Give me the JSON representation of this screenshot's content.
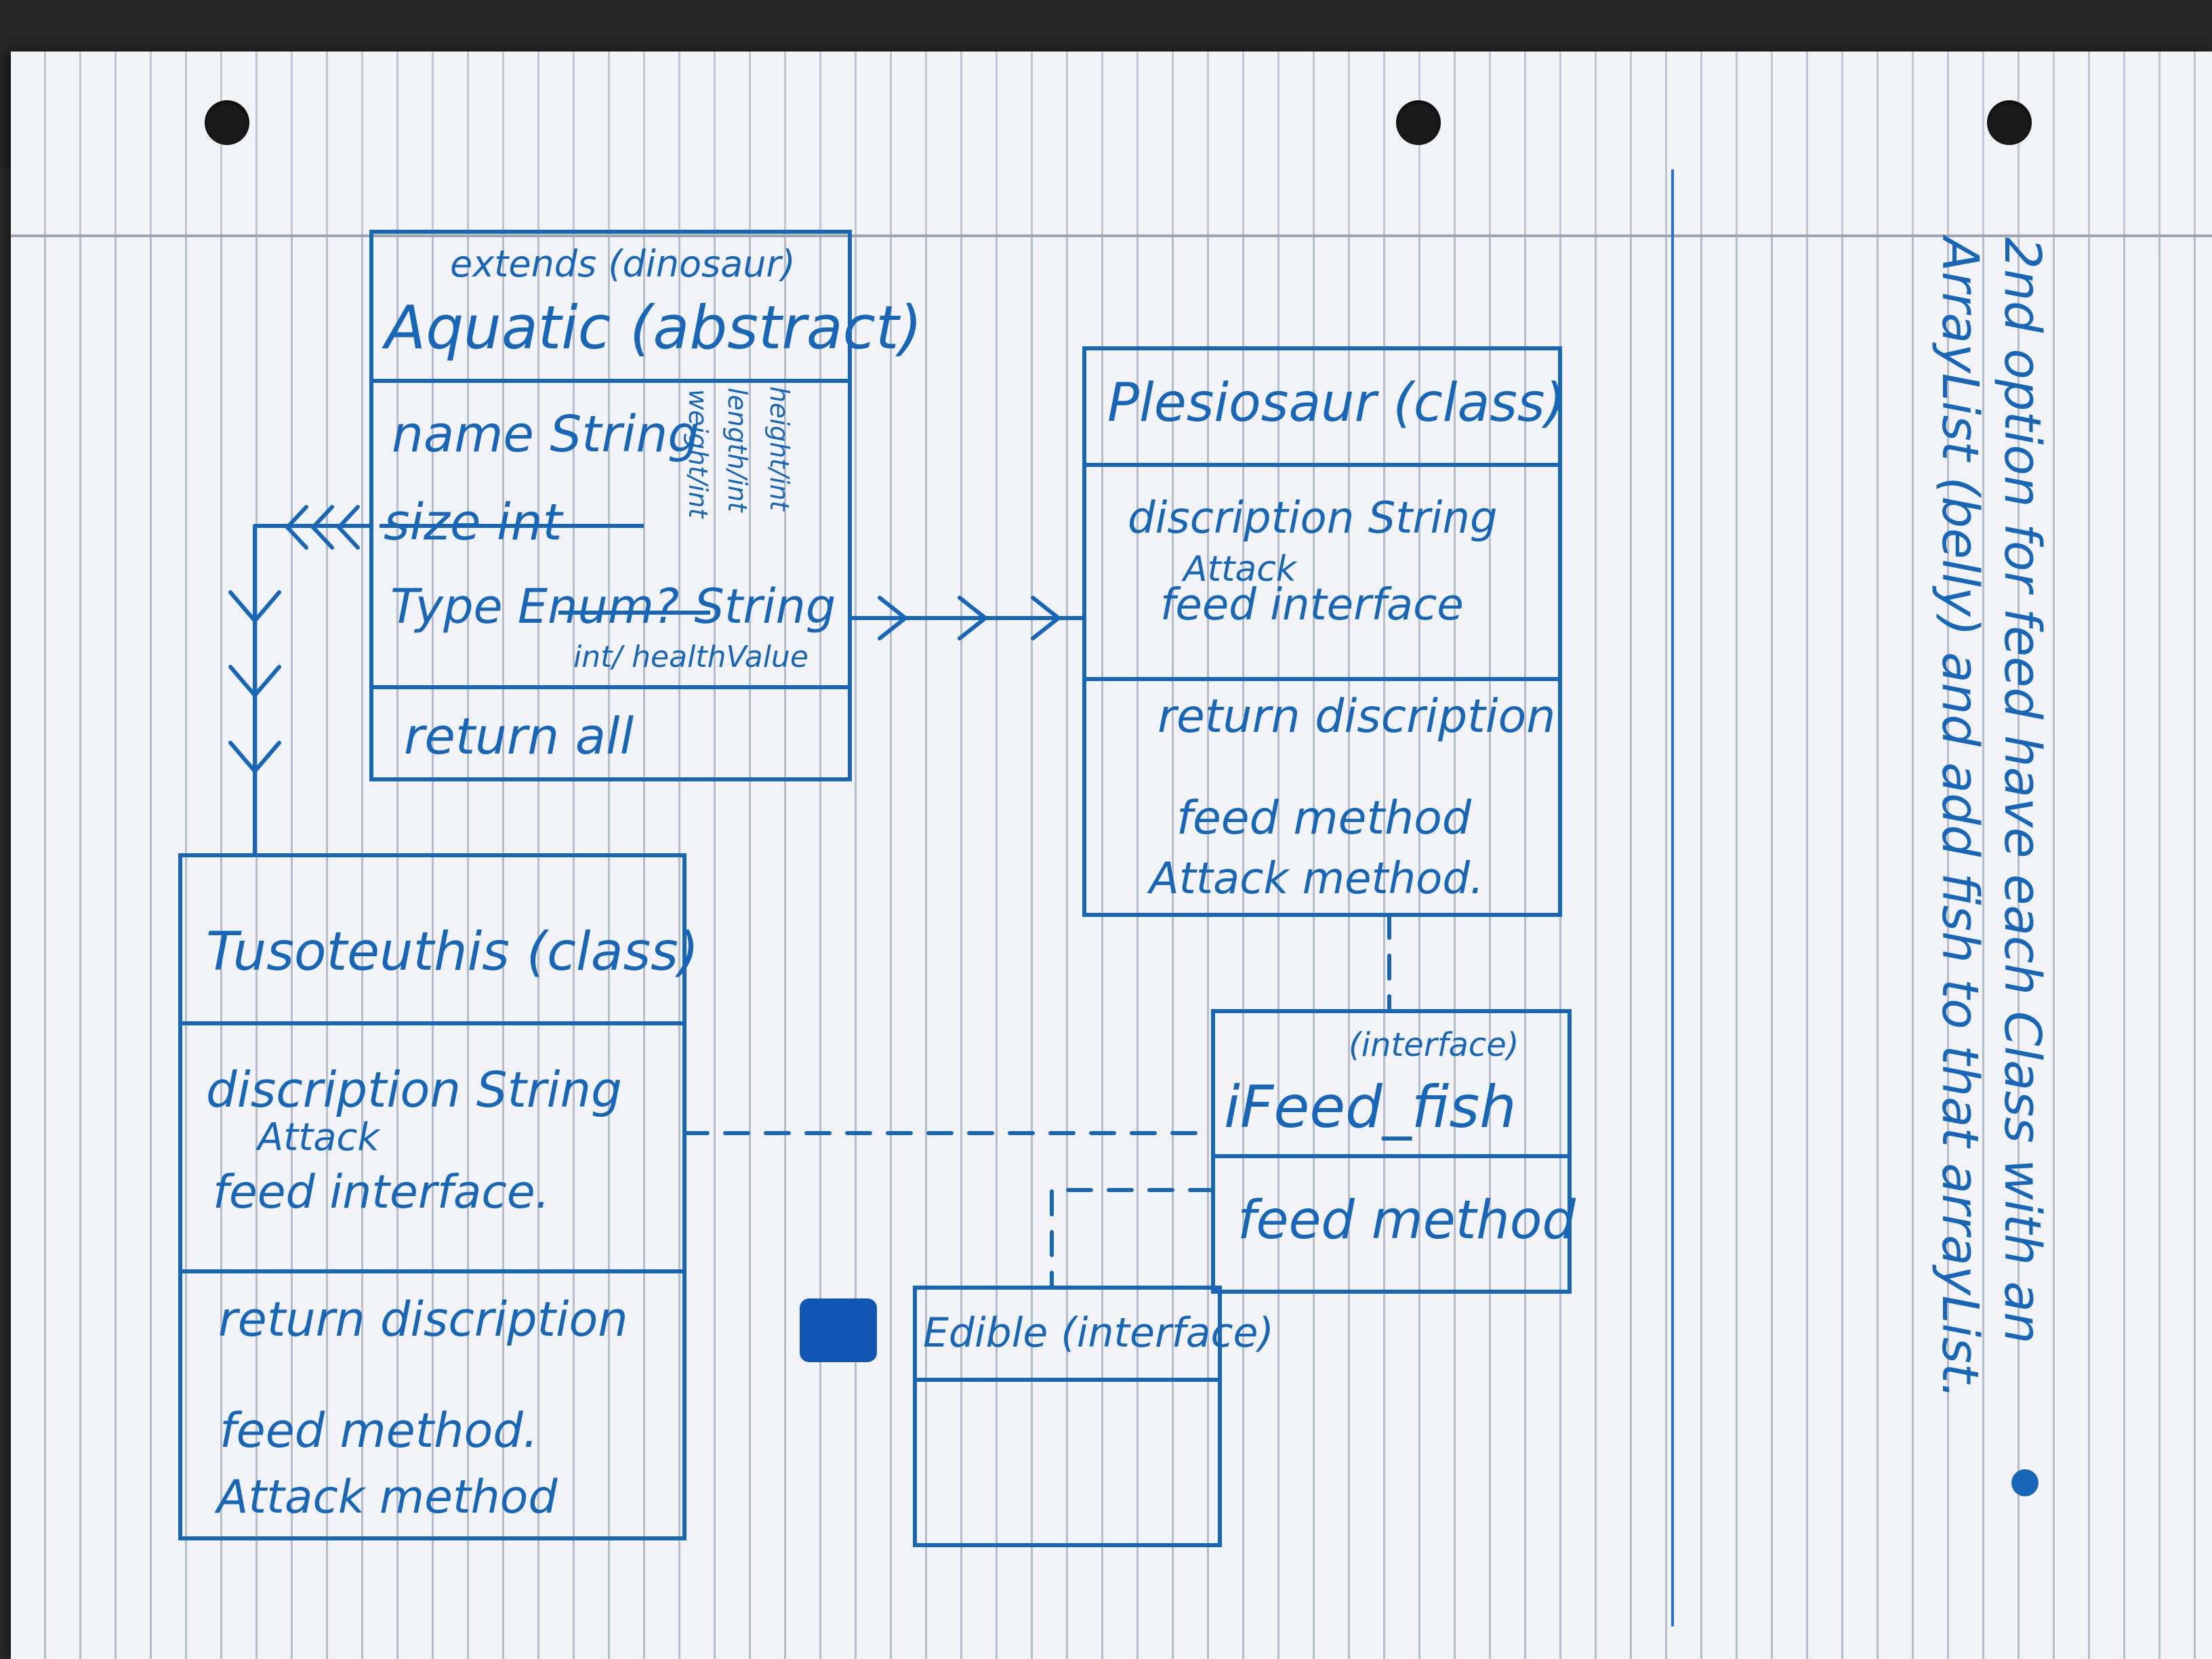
{
  "classes": {
    "aquatic": {
      "stereotype": "extends (dinosaur)",
      "title": "Aquatic (abstract)",
      "attributes": {
        "name": "name String",
        "size": "size int",
        "type": "Type Enum? String",
        "type_note": "int/ healthValue",
        "side_notes": [
          "height/int",
          "length/int",
          "weight/int"
        ]
      },
      "methods": [
        "return all"
      ]
    },
    "plesiosaur": {
      "title": "Plesiosaur (class)",
      "attributes": [
        "discription String",
        "Attack",
        "feed interface"
      ],
      "methods": [
        "return discription",
        "feed method",
        "Attack method."
      ]
    },
    "tusoteuthis": {
      "title": "Tusoteuthis (class)",
      "attributes": [
        "discription String",
        "Attack",
        "feed interface."
      ],
      "methods": [
        "return discription",
        "feed method.",
        "Attack method"
      ]
    },
    "ifeed_fish": {
      "stereotype": "(interface)",
      "title": "iFeed_fish",
      "methods": [
        "feed method"
      ]
    },
    "edible": {
      "title": "Edible (interface)"
    }
  },
  "side_note": "2nd option for feed have each Class with an ArrayList (belly) and add fish to that arrayList."
}
